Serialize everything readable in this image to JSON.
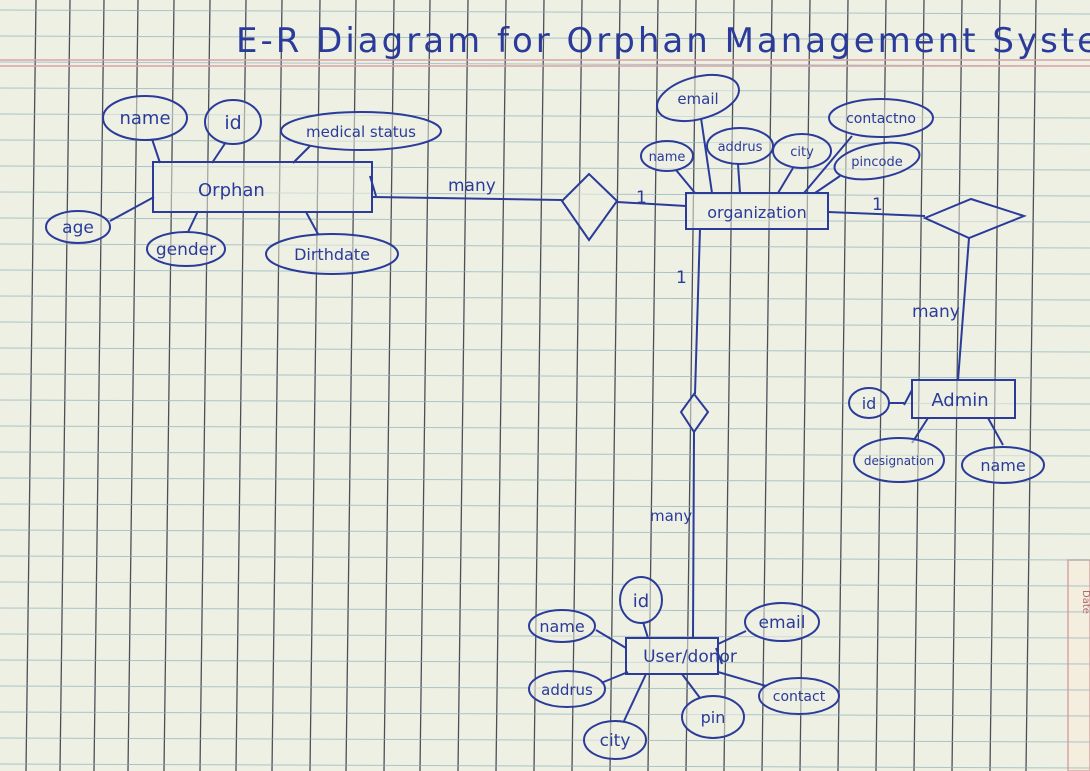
{
  "title": "E-R Diagram for Orphan Management System.",
  "date_tab": "Date",
  "entities": {
    "orphan": "Orphan",
    "organization": "organization",
    "admin": "Admin",
    "user_donor": "User/donor"
  },
  "attributes": {
    "orphan": {
      "name": "name",
      "id": "id",
      "medical_status": "medical status",
      "age": "age",
      "gender": "gender",
      "birthdate": "Dirthdate"
    },
    "organization": {
      "email": "email",
      "name": "name",
      "address": "addrus",
      "city": "city",
      "contact_no": "contactno",
      "pincode": "pincode"
    },
    "admin": {
      "id": "id",
      "designation": "designation",
      "name": "name"
    },
    "user_donor": {
      "id": "id",
      "name": "name",
      "email": "email",
      "address": "addrus",
      "contact": "contact",
      "city": "city",
      "pin": "pin"
    }
  },
  "cardinalities": {
    "orphan_side": "many",
    "organization_left": "1",
    "organization_right": "1",
    "admin_side": "many",
    "organization_bottom": "1",
    "user_side": "many"
  },
  "colors": {
    "ink": "#2a3b9a",
    "paper": "#eef0e4",
    "rule": "#2f3440",
    "margin": "#d9a3a6"
  }
}
